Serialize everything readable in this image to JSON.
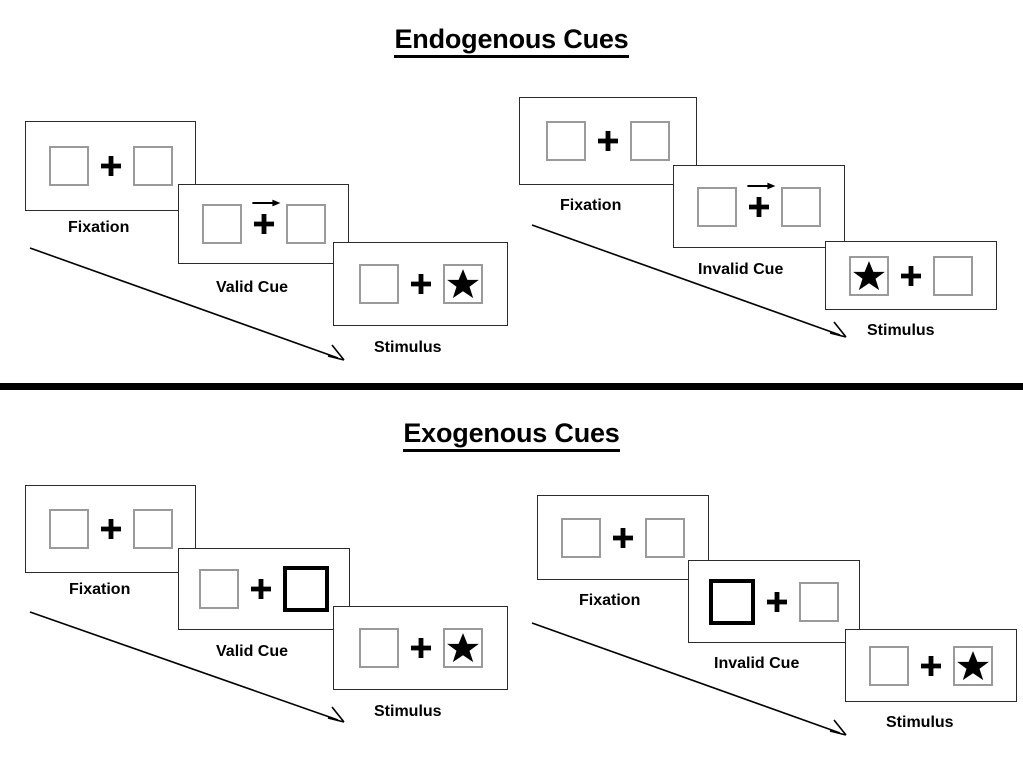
{
  "figure": {
    "sections": [
      {
        "title": "Endogenous Cues",
        "sequences": [
          {
            "name": "valid",
            "steps": [
              {
                "label": "Fixation",
                "cue_type": "none",
                "left_box": "empty",
                "right_box": "empty"
              },
              {
                "label": "Valid Cue",
                "cue_type": "arrow-right",
                "left_box": "empty",
                "right_box": "empty"
              },
              {
                "label": "Stimulus",
                "cue_type": "none",
                "left_box": "empty",
                "right_box": "star"
              }
            ]
          },
          {
            "name": "invalid",
            "steps": [
              {
                "label": "Fixation",
                "cue_type": "none",
                "left_box": "empty",
                "right_box": "empty"
              },
              {
                "label": "Invalid Cue",
                "cue_type": "arrow-right",
                "left_box": "empty",
                "right_box": "empty"
              },
              {
                "label": "Stimulus",
                "cue_type": "none",
                "left_box": "star",
                "right_box": "empty"
              }
            ]
          }
        ]
      },
      {
        "title": "Exogenous Cues",
        "sequences": [
          {
            "name": "valid",
            "steps": [
              {
                "label": "Fixation",
                "cue_type": "none",
                "left_box": "empty",
                "right_box": "empty"
              },
              {
                "label": "Valid Cue",
                "cue_type": "box-highlight-right",
                "left_box": "empty",
                "right_box": "highlight"
              },
              {
                "label": "Stimulus",
                "cue_type": "none",
                "left_box": "empty",
                "right_box": "star"
              }
            ]
          },
          {
            "name": "invalid",
            "steps": [
              {
                "label": "Fixation",
                "cue_type": "none",
                "left_box": "empty",
                "right_box": "empty"
              },
              {
                "label": "Invalid Cue",
                "cue_type": "box-highlight-left",
                "left_box": "highlight",
                "right_box": "empty"
              },
              {
                "label": "Stimulus",
                "cue_type": "none",
                "left_box": "empty",
                "right_box": "star"
              }
            ]
          }
        ]
      }
    ],
    "icons": {
      "fixation_cross": "plus-cross-icon",
      "cue_arrow": "arrow-right-icon",
      "target": "star-icon",
      "time_axis": "time-arrow-icon"
    },
    "colors": {
      "background": "#ffffff",
      "ink": "#000000",
      "panel_border": "#2b2b2b",
      "box_border": "#9a9a9a",
      "highlight_border": "#000000"
    }
  }
}
